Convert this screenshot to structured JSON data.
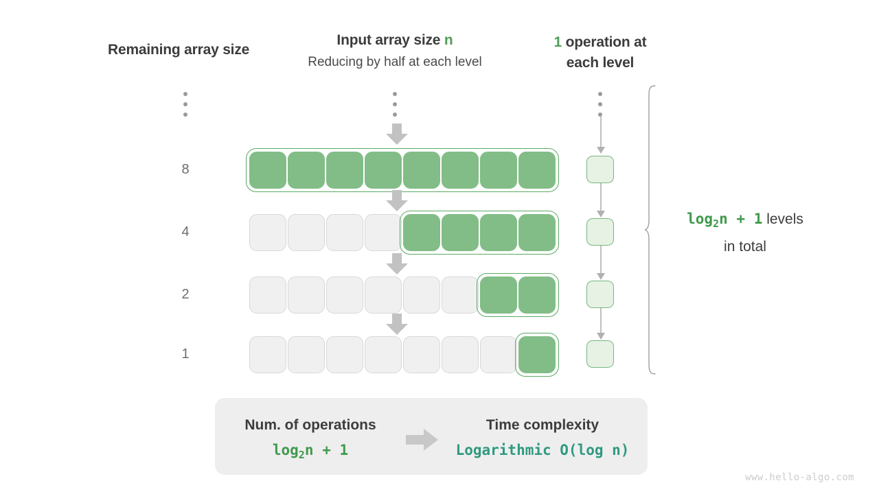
{
  "headers": {
    "remaining": "Remaining array size",
    "input_main_prefix": "Input array size ",
    "input_main_var": "n",
    "input_sub": "Reducing by half at each level",
    "ops_count": "1",
    "ops_line1_rest": " operation at",
    "ops_line2": "each level"
  },
  "rows": [
    {
      "label": "8",
      "total_cells": 8,
      "filled_from": 0,
      "filled_count": 8
    },
    {
      "label": "4",
      "total_cells": 8,
      "filled_from": 4,
      "filled_count": 4
    },
    {
      "label": "2",
      "total_cells": 8,
      "filled_from": 6,
      "filled_count": 2
    },
    {
      "label": "1",
      "total_cells": 8,
      "filled_from": 7,
      "filled_count": 1
    }
  ],
  "op_boxes": [
    {
      "level": "8"
    },
    {
      "level": "4"
    },
    {
      "level": "2"
    },
    {
      "level": "1"
    }
  ],
  "levels_note": {
    "formula_prefix": "log",
    "formula_sub": "2",
    "formula_suffix": "n + 1",
    "text_after": " levels",
    "line2": "in total"
  },
  "summary": {
    "left_title": "Num. of operations",
    "left_value_prefix": "log",
    "left_value_sub": "2",
    "left_value_suffix": "n + 1",
    "right_title": "Time complexity",
    "right_value": "Logarithmic  O(log n)"
  },
  "watermark": "www.hello-algo.com",
  "colors": {
    "green_fill": "#82bd87",
    "green_border": "#5aa962",
    "green_text": "#3f9a4c",
    "light_green_fill": "#e7f2e5",
    "teal": "#2f9980",
    "empty_cell": "#f0f0f0",
    "gray_arrow": "#c2c2c2",
    "panel_bg": "#eeeeee"
  },
  "icons": {
    "dots": "vertical-ellipsis-icon",
    "down_arrow": "down-arrow-icon",
    "right_arrow": "right-arrow-icon",
    "brace": "curly-brace-icon"
  }
}
